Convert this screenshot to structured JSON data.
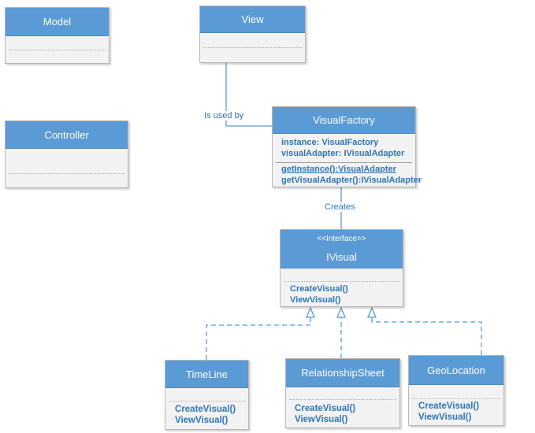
{
  "classes": {
    "model": {
      "name": "Model"
    },
    "view": {
      "name": "View"
    },
    "controller": {
      "name": "Controller"
    },
    "visual_factory": {
      "name": "VisualFactory",
      "attributes": [
        "instance: VisualFactory",
        "visualAdapter: IVisualAdapter"
      ],
      "operations": [
        "getInstance():VisualAdapter",
        "getVisualAdapter():IVisualAdapter"
      ]
    },
    "ivisual": {
      "stereotype": "<<Interface>>",
      "name": "IVisual",
      "operations": [
        "CreateVisual()",
        "ViewVisual()"
      ]
    },
    "timeline": {
      "name": "TimeLine",
      "operations": [
        "CreateVisual()",
        "ViewVisual()"
      ]
    },
    "relationship_sheet": {
      "name": "RelationshipSheet",
      "operations": [
        "CreateVisual()",
        "ViewVisual()"
      ]
    },
    "geolocation": {
      "name": "GeoLocation",
      "operations": [
        "CreateVisual()",
        "ViewVisual()"
      ]
    }
  },
  "connectors": {
    "view_factory_label": "Is used by",
    "factory_ivisual_label": "Creates"
  },
  "colors": {
    "header": "#5b9bd5",
    "text": "#2e75b6",
    "body": "#f2f2f2"
  }
}
